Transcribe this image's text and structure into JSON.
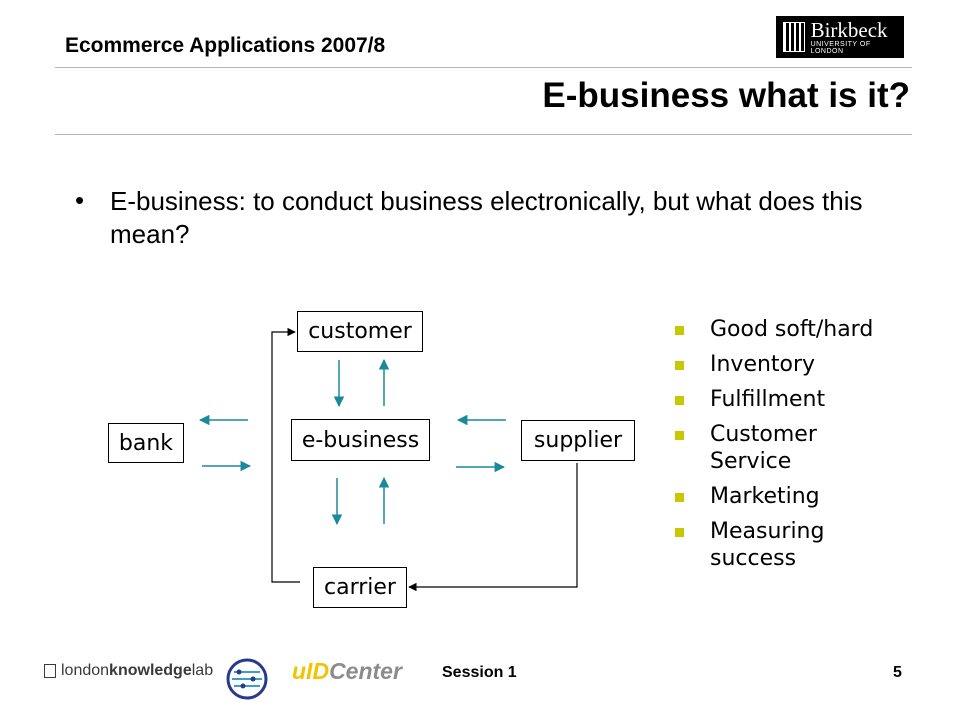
{
  "header": {
    "course": "Ecommerce Applications 2007/8",
    "title": "E-business what is it?"
  },
  "logo_birkbeck": {
    "name": "Birkbeck",
    "subtitle": "UNIVERSITY OF LONDON"
  },
  "bullet": {
    "text": "E-business:  to conduct business electronically, but what does this mean?"
  },
  "diagram": {
    "nodes": {
      "customer": "customer",
      "ebusiness": "e-business",
      "supplier": "supplier",
      "bank": "bank",
      "carrier": "carrier"
    },
    "arrow_color": "#1a8a99"
  },
  "list": {
    "bullet_color": "#c8c800",
    "items": [
      "Good soft/hard",
      "Inventory",
      "Fulfillment",
      "Customer Service",
      "Marketing",
      "Measuring success"
    ]
  },
  "footer": {
    "lkl_prefix": "london",
    "lkl_bold": "knowledge",
    "lkl_suffix": "lab",
    "uid_prefix": "uID",
    "uid_suffix": "Center",
    "session": "Session 1",
    "page": "5"
  }
}
